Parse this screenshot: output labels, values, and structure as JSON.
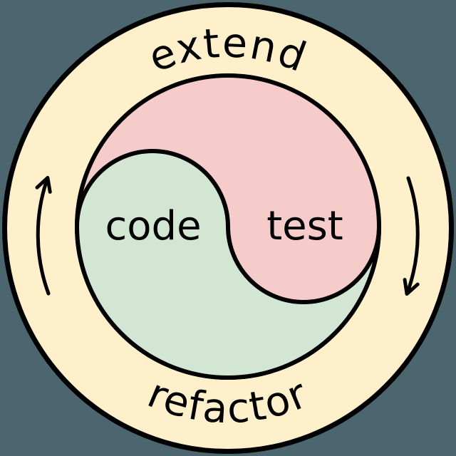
{
  "diagram": {
    "background_color": "#4c6670",
    "outline_color": "#000000",
    "outer_ring": {
      "fill": "#fdf0cb",
      "label_top": "extend",
      "label_bottom": "refactor"
    },
    "yin_yang": {
      "left": {
        "label": "code",
        "fill": "#d3e6d3"
      },
      "right": {
        "label": "test",
        "fill": "#f6cccb"
      }
    },
    "arrows": {
      "left": "arrow-up-curved",
      "right": "arrow-down-curved",
      "cycle": "clockwise"
    }
  }
}
